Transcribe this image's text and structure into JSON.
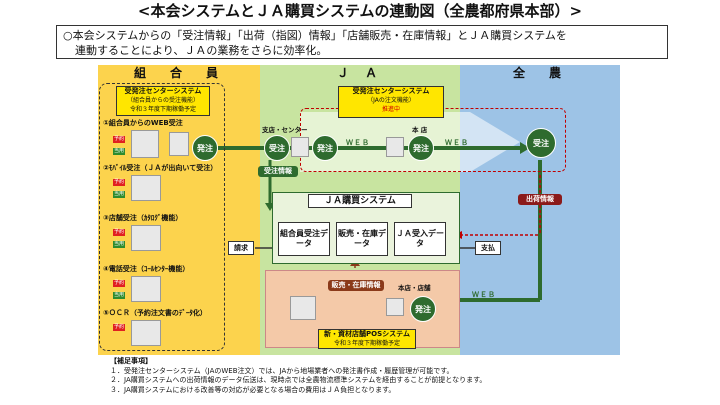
{
  "title": "<本会システムとＪＡ購買システムの連動図（全農都府県本部）>",
  "intro": {
    "line1": "○本会システムからの「受注情報」「出荷（指図）情報」「店舗販売・在庫情報」とＪＡ購買システムを",
    "line2": "連動することにより、ＪＡの業務をさらに効率化。"
  },
  "columns": {
    "kumiai": "組　合　員",
    "ja": "Ｊ Ａ",
    "zennou": "全　農"
  },
  "order_system": {
    "title": "受発注センターシステム",
    "sub1": "（組合員からの受注機能）",
    "sub2": "令和３年度下期稼働予定"
  },
  "ja_order_system": {
    "title": "受発注センターシステム",
    "sub1": "（JAの注文機能）",
    "status": "推進中"
  },
  "member_items": [
    {
      "label": "①組合員からのWEB受注",
      "tag1": "予約",
      "tag2": "当用"
    },
    {
      "label": "②ﾓﾊﾞｲﾙ受注（ＪＡが出向いて受注）",
      "tag1": "予約",
      "tag2": "当用"
    },
    {
      "label": "③店舗受注（ｶﾀﾛｸﾞ機能）",
      "tag1": "予約",
      "tag2": "当用"
    },
    {
      "label": "④電話受注（ｺｰﾙｾﾝﾀｰ機能）",
      "tag1": "予約",
      "tag2": "当用"
    },
    {
      "label": "⑤ＯＣＲ（予約注文書のﾃﾞｰﾀ化）",
      "tag1": "予約",
      "tag2": ""
    }
  ],
  "circles": {
    "member_order": "発注",
    "ja_receive": "受注",
    "ja_order": "発注",
    "honten_order": "発注",
    "zennou_receive": "受注",
    "store_order": "発注"
  },
  "labels": {
    "branch_center": "支店・センター",
    "honten": "本 店",
    "web1": "ＷＥＢ",
    "web2": "ＷＥＢ",
    "web3": "ＷＥＢ",
    "order_info": "受注情報",
    "shipping_info": "出荷情報",
    "billing": "請求",
    "payment": "支払",
    "sales_stock": "販売・在庫情報",
    "honten_store": "本店・店舗"
  },
  "ja_purchase": {
    "title": "ＪＡ購買システム",
    "box1": "組合員受注データ",
    "box2": "販売・在庫データ",
    "box3": "ＪＡ受入データ"
  },
  "pos_system": {
    "title": "新・資材店舗POSシステム",
    "sub": "令和３年度下期稼働予定"
  },
  "notes": {
    "heading": "【補足事項】",
    "n1": "１．受発注センターシステム（JAのWEB注文）では、JAから地場業者への発注書作成・履歴管理が可能です。",
    "n2": "２．JA購買システムへの出荷情報のデータ伝送は、現時点では全農物流標準システムを経由することが前提となります。",
    "n3": "３．JA購買システムにおける改善等の対応が必要となる場合の費用はＪＡ負担となります。"
  },
  "colors": {
    "kumiai_bg": "#fcd34d",
    "ja_bg": "#c8e4a0",
    "zennou_bg": "#9dc3e6",
    "circle": "#2e6b2e",
    "accent_red": "#c00000",
    "brown": "#8b3a1a"
  }
}
